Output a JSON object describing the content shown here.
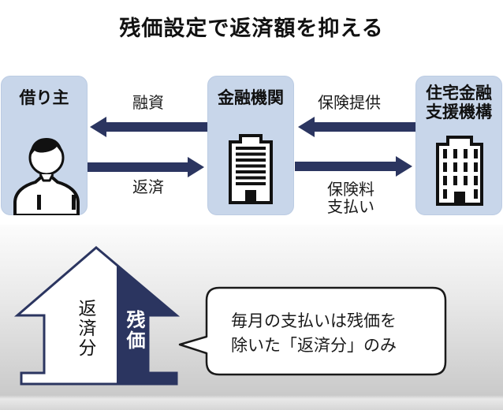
{
  "title": "残価設定で返済額を抑える",
  "entities": {
    "borrower": {
      "label": "借り主"
    },
    "bank": {
      "label": "金融機関"
    },
    "agency": {
      "label_line1": "住宅金融",
      "label_line2": "支援機構"
    }
  },
  "arrows": {
    "loan": {
      "label": "融資",
      "direction": "left"
    },
    "repayment": {
      "label": "返済",
      "direction": "right"
    },
    "insurance_provision": {
      "label": "保険提供",
      "direction": "left"
    },
    "premium_payment": {
      "label_line1": "保険料",
      "label_line2": "支払い",
      "direction": "right"
    }
  },
  "house": {
    "repayment_label": "返済分",
    "residual_label": "残価"
  },
  "callout": {
    "line1": "毎月の支払いは残価を",
    "line2": "除いた「返済分」のみ"
  },
  "colors": {
    "navy": "#2b3560",
    "box_blue": "#c8d6ea",
    "outline_black": "#1a1a1a",
    "band_gray": "#cbcbcb"
  }
}
